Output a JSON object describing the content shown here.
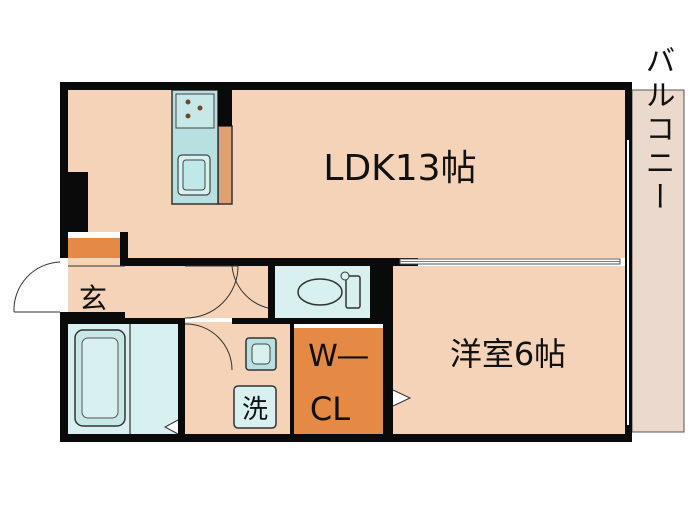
{
  "rooms": {
    "ldk": "LDK13帖",
    "western": "洋室6帖",
    "wcl_top": "W―",
    "wcl_bottom": "CL",
    "entrance": "玄",
    "laundry": "洗",
    "balcony": "バルコニー"
  },
  "colors": {
    "floor": "#f5d3b8",
    "wall": "#0a0a0a",
    "wet_area": "#d8f0f0",
    "closet": "#e58a45",
    "balcony": "#ead9cc",
    "counter": "#e0a070",
    "fixture": "#b8e0e0"
  },
  "icons": [
    "stove-icon",
    "sink-icon",
    "toilet-icon",
    "bathtub-icon",
    "washbasin-icon",
    "door-swing-icon"
  ]
}
